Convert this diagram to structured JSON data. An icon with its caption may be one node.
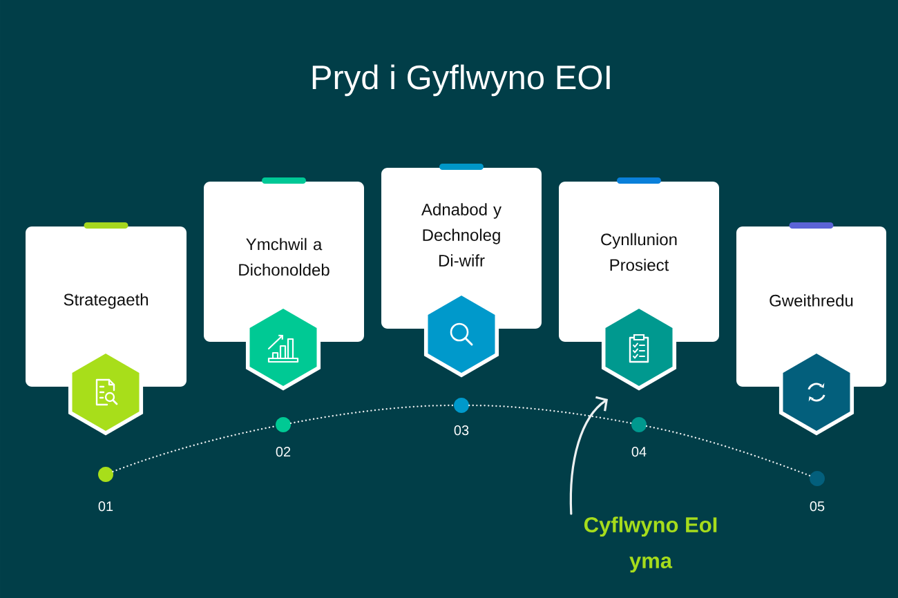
{
  "diagram": {
    "title": "Pryd i Gyflwyno EOI",
    "nodes": [
      {
        "text": [
          "Strategaeth"
        ]
      },
      {
        "text": [
          "Ymchwil a Dichonoldeb"
        ]
      },
      {
        "text": [
          "Adnabod y Dechnoleg Di-wifr"
        ]
      },
      {
        "text": [
          "Cynllunion Prosiect"
        ]
      },
      {
        "text": [
          "Gweithredu"
        ]
      },
      {
        "text": [],
        "shape": "circle",
        "beside": [
          "01"
        ]
      },
      {
        "text": [],
        "shape": "circle",
        "beside": [
          "02"
        ]
      },
      {
        "text": [],
        "shape": "circle",
        "beside": [
          "03"
        ]
      },
      {
        "text": [],
        "shape": "circle",
        "beside": [
          "04"
        ]
      },
      {
        "text": [],
        "shape": "circle",
        "beside": [
          "05"
        ]
      },
      {
        "text": [
          "Cyflwyno EoI yma"
        ]
      }
    ],
    "edges": [
      {
        "from": 5,
        "to": 6,
        "arrow": "none",
        "style": "dashed"
      },
      {
        "from": 6,
        "to": 7,
        "arrow": "none",
        "style": "dashed"
      },
      {
        "from": 7,
        "to": 8,
        "arrow": "none",
        "style": "dashed"
      },
      {
        "from": 8,
        "to": 9,
        "arrow": "none",
        "style": "dashed"
      },
      {
        "from": 10,
        "to": 3,
        "arrow": "to"
      }
    ]
  }
}
